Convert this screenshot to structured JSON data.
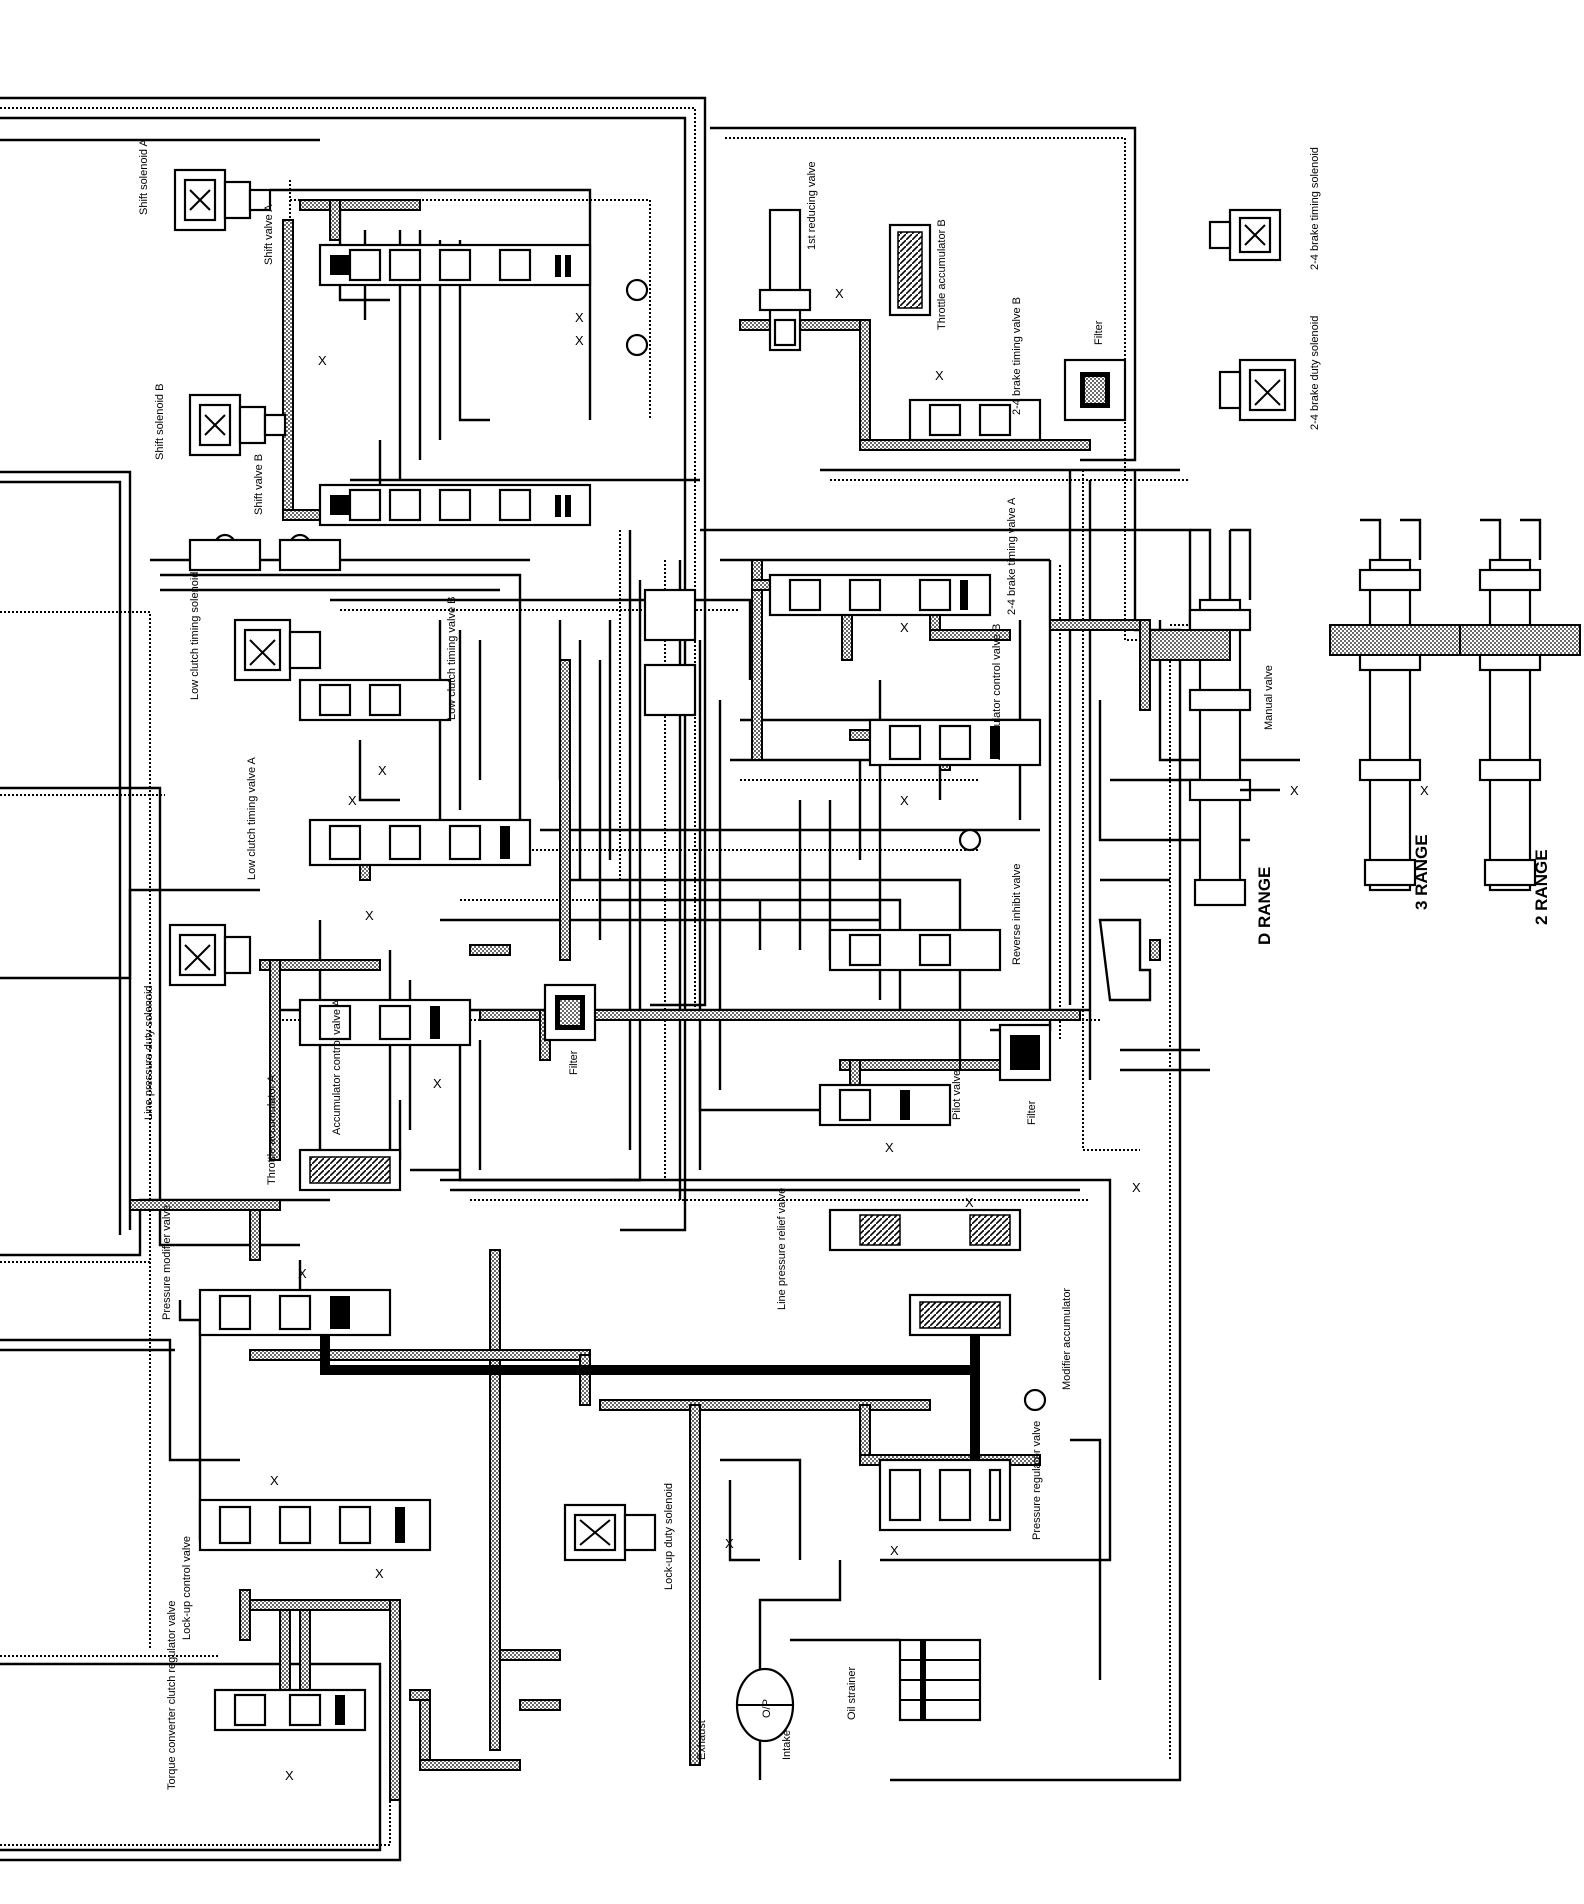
{
  "labels": {
    "shift_solenoid_a": "Shift solenoid A",
    "shift_valve_a": "Shift valve A",
    "shift_solenoid_b": "Shift solenoid B",
    "shift_valve_b": "Shift valve B",
    "first_reducing_valve": "1st reducing valve",
    "throttle_accumulator_b": "Throttle accumulator B",
    "brake_24_timing_valve_b": "2-4 brake timing valve B",
    "filter_top": "Filter",
    "brake_24_timing_solenoid": "2-4 brake timing solenoid",
    "brake_24_duty_solenoid": "2-4 brake duty solenoid",
    "brake_24_timing_valve_a": "2-4 brake timing valve A",
    "low_clutch_timing_solenoid": "Low clutch timing solenoid",
    "low_clutch_timing_valve_b": "Low clutch timing valve B",
    "accumulator_control_valve_b": "Accumulator control valve B",
    "manual_valve": "Manual valve",
    "low_clutch_timing_valve_a": "Low clutch timing valve A",
    "line_pressure_duty_solenoid": "Line pressure duty solenoid",
    "reverse_inhibit_valve": "Reverse inhibit valve",
    "accumulator_control_valve_a": "Accumulator control valve A",
    "filter_middle": "Filter",
    "pilot_valve": "Pilot valve",
    "filter_right": "Filter",
    "throttle_accumulator_a": "Throttle accumulator A",
    "line_pressure_relief_valve": "Line pressure relief valve",
    "pressure_modifier_valve": "Pressure modifier valve",
    "modifier_accumulator": "Modifier accumulator",
    "pressure_regulator_valve": "Pressure regulator valve",
    "lockup_control_valve": "Lock-up control valve",
    "lockup_duty_solenoid": "Lock-up duty solenoid",
    "torque_converter_clutch_regulator_valve": "Torque converter clutch regulator valve",
    "exhaust": "Exhaust",
    "intake": "Intake",
    "oil_pump": "O/P",
    "oil_strainer": "Oil strainer"
  },
  "ranges": {
    "d": "D RANGE",
    "three": "3 RANGE",
    "two": "2 RANGE"
  },
  "exhaust_mark": "X"
}
